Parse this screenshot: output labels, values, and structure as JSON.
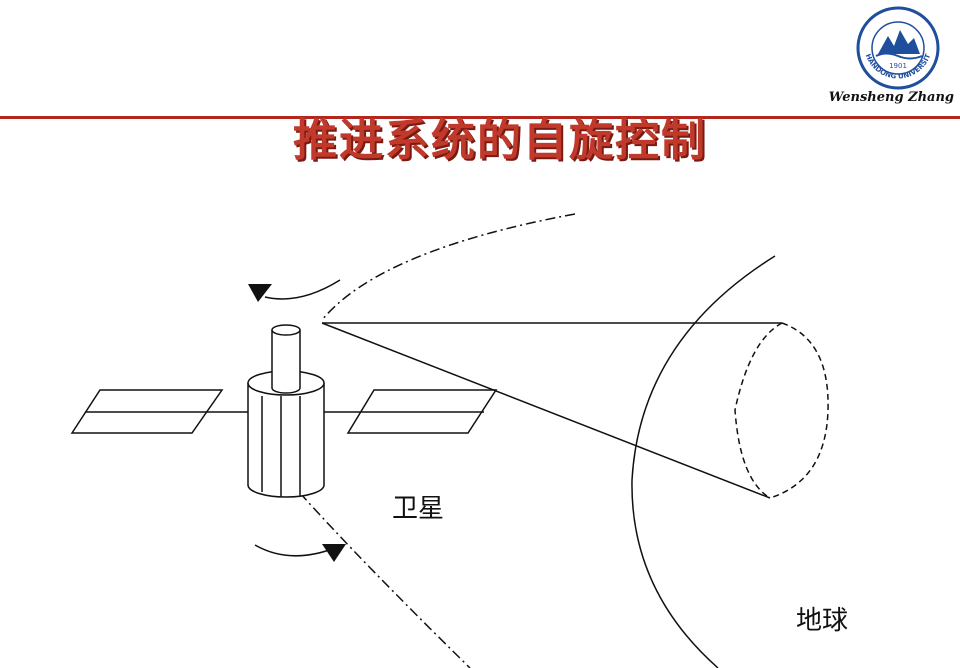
{
  "slide": {
    "title": "推进系统的自旋控制",
    "author": "Wensheng Zhang"
  },
  "logo": {
    "year": "1901",
    "name": "SHANDONG UNIVERSITY"
  },
  "diagram": {
    "satellite_label": "卫星",
    "earth_label": "地球"
  },
  "colors": {
    "accent": "#c0392b",
    "rule": "#b3261e",
    "logo_blue": "#1f4e9c"
  }
}
